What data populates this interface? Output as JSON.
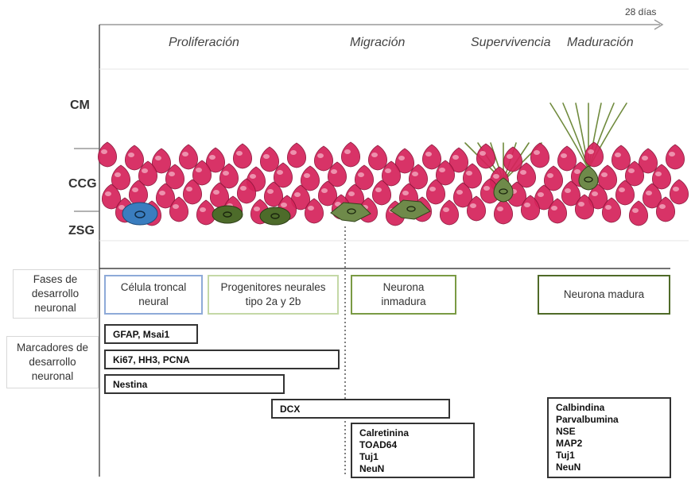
{
  "timeline": {
    "end_label": "28 días"
  },
  "phases": [
    "Proliferación",
    "Migración",
    "Supervivencia",
    "Maduración"
  ],
  "layers": [
    "CM",
    "CCG",
    "ZSG"
  ],
  "side_labels": {
    "phases": "Fases de desarrollo neuronal",
    "markers": "Marcadores de desarrollo neuronal"
  },
  "phase_boxes": [
    {
      "label": "Célula troncal neural",
      "color": "#8eaad8"
    },
    {
      "label": "Progenitores neurales tipo 2a y 2b",
      "color": "#c4d8a6"
    },
    {
      "label": "Neurona inmadura",
      "color": "#7a9a44"
    },
    {
      "label": "Neurona madura",
      "color": "#4f6a28"
    }
  ],
  "markers": {
    "bar1": "GFAP, Msai1",
    "bar2": "Ki67, HH3, PCNA",
    "bar3": "Nestina",
    "bar4": "DCX",
    "immature": [
      "Calretinina",
      "TOAD64",
      "Tuj1",
      "NeuN"
    ],
    "mature": [
      "Calbindina",
      "Parvalbumina",
      "NSE",
      "MAP2",
      "Tuj1",
      "NeuN"
    ]
  },
  "colors": {
    "granule_cell": "#d6245c",
    "stem_cell": "#3a7dbf",
    "progenitor": "#4d6b2a",
    "neuron": "#6f8a4a"
  }
}
